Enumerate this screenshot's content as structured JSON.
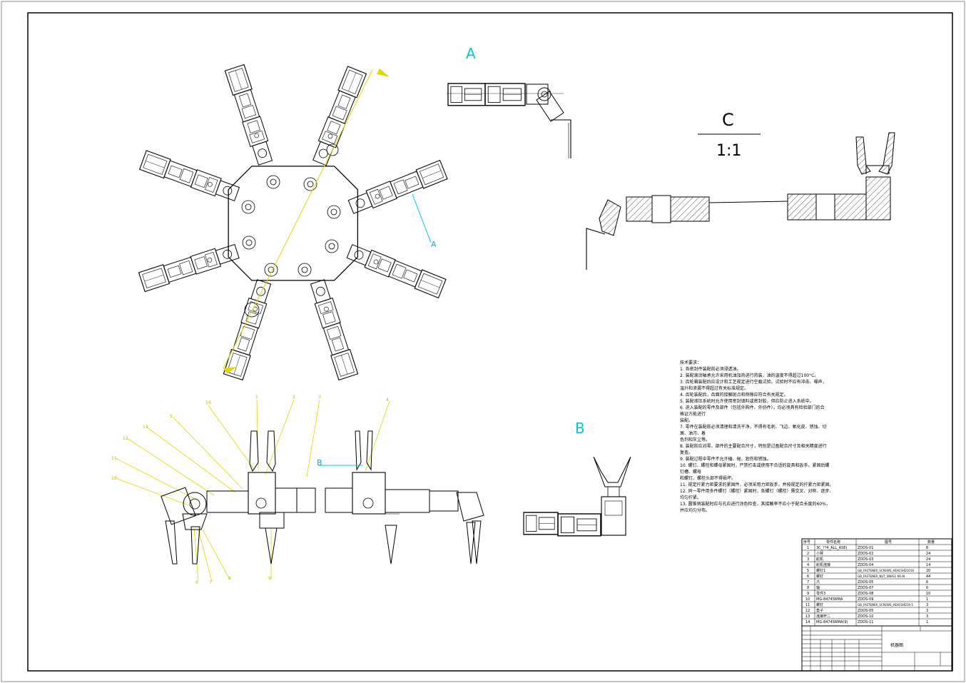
{
  "views": {
    "a_label": "A",
    "b_label": "B",
    "c_label": "C",
    "c_scale": "1:1",
    "a_leader": "A",
    "b_leader": "B"
  },
  "balloons": [
    "14",
    "1",
    "2",
    "3",
    "4",
    "5",
    "13",
    "12",
    "11",
    "10",
    "6",
    "7",
    "8",
    "9"
  ],
  "tech_notes": {
    "title": "技术要求：",
    "lines": [
      "1. 各密封件装配前必须浸透油。",
      "2. 装配滚动轴承允许采用机油加热进行热装，油的温度不得超过100°C。",
      "3. 齿轮箱装配后应设计和工艺规定进行空载试验。试验时不应有冲击、噪声，",
      "温升和渗漏不得超过有关标准规定。",
      "4. 齿轮装配后，齿面的接触斑点和侧隙应符合有关规定。",
      "5. 装配液压系统时允许使用密封填料或密封胶，但应防止进入系统中。",
      "6. 进入装配的零件及部件（包括外购件、外协件），均必须具有检验部门的合",
      "格证方能进行",
      "装配。",
      "7. 零件在装配前必须清理和清洗干净，不得有毛刺、飞边、氧化皮、锈蚀、切",
      "屑、油污、着",
      "色剂和灰尘等。",
      "8. 装配前应对零、部件的主要配合尺寸，特别是过盈配合尺寸及相关精度进行",
      "复查。",
      "9. 装配过程中零件不允许磕、碰、划伤和锈蚀。",
      "10. 螺钉、螺栓和螺母紧固时，严禁打击或使用不合适的旋具和扳手。紧固后螺",
      "钉槽、螺母",
      "和螺钉、螺栓头部不得损坏。",
      "11. 规定拧紧力矩要求的紧固件，必须采用力矩扳手，并按规定的拧紧力矩紧固。",
      "12. 同一零件用多件螺钉（螺栓）紧固时，各螺钉（螺栓）需交叉、对称、逐步、",
      "均匀拧紧。",
      "13. 圆锥销装配时应与孔应进行涂色检查，其接触率不应小于配合长度的60%，",
      "并应均匀分布。"
    ]
  },
  "bom": {
    "headers": [
      "序号",
      "零件名称",
      "图号",
      "数量"
    ],
    "rows": [
      [
        "1",
        "3C_??4_ALL_ASE)",
        "ZDDS-01",
        "6"
      ],
      [
        "2",
        "小臂",
        "ZDDS-02",
        "24"
      ],
      [
        "3",
        "舵机",
        "ZDDS-03",
        "24"
      ],
      [
        "4",
        "舵机连接",
        "ZDDS-04",
        "14"
      ],
      [
        "5",
        "螺钉1",
        "GB_FASTENER_SCREWS_HEXCSHD1016",
        "20"
      ],
      [
        "6",
        "螺钉",
        "GB_FASTENER_NUT_SNHS1 M3-N",
        "44"
      ],
      [
        "7",
        "爪",
        "ZDDS-05",
        "6"
      ],
      [
        "8",
        "轴",
        "ZDDS-07",
        "6"
      ],
      [
        "9",
        "零件3",
        "ZDDS-08",
        "10"
      ],
      [
        "10",
        "MG-8474SNMA",
        "ZDDS-09",
        "1"
      ],
      [
        "11",
        "螺钉",
        "GB_FASTENER_SCREWS_HEXCSHD19-5",
        "3"
      ],
      [
        "12",
        "垫子",
        "ZDDS-05",
        "3"
      ],
      [
        "13",
        "连接杆二",
        "ZDDS-10",
        "3"
      ],
      [
        "14",
        "MG-8474SNMA(9)",
        "ZDDS-11",
        "1"
      ]
    ]
  },
  "title_block": {
    "drawing_name": "机器图"
  }
}
